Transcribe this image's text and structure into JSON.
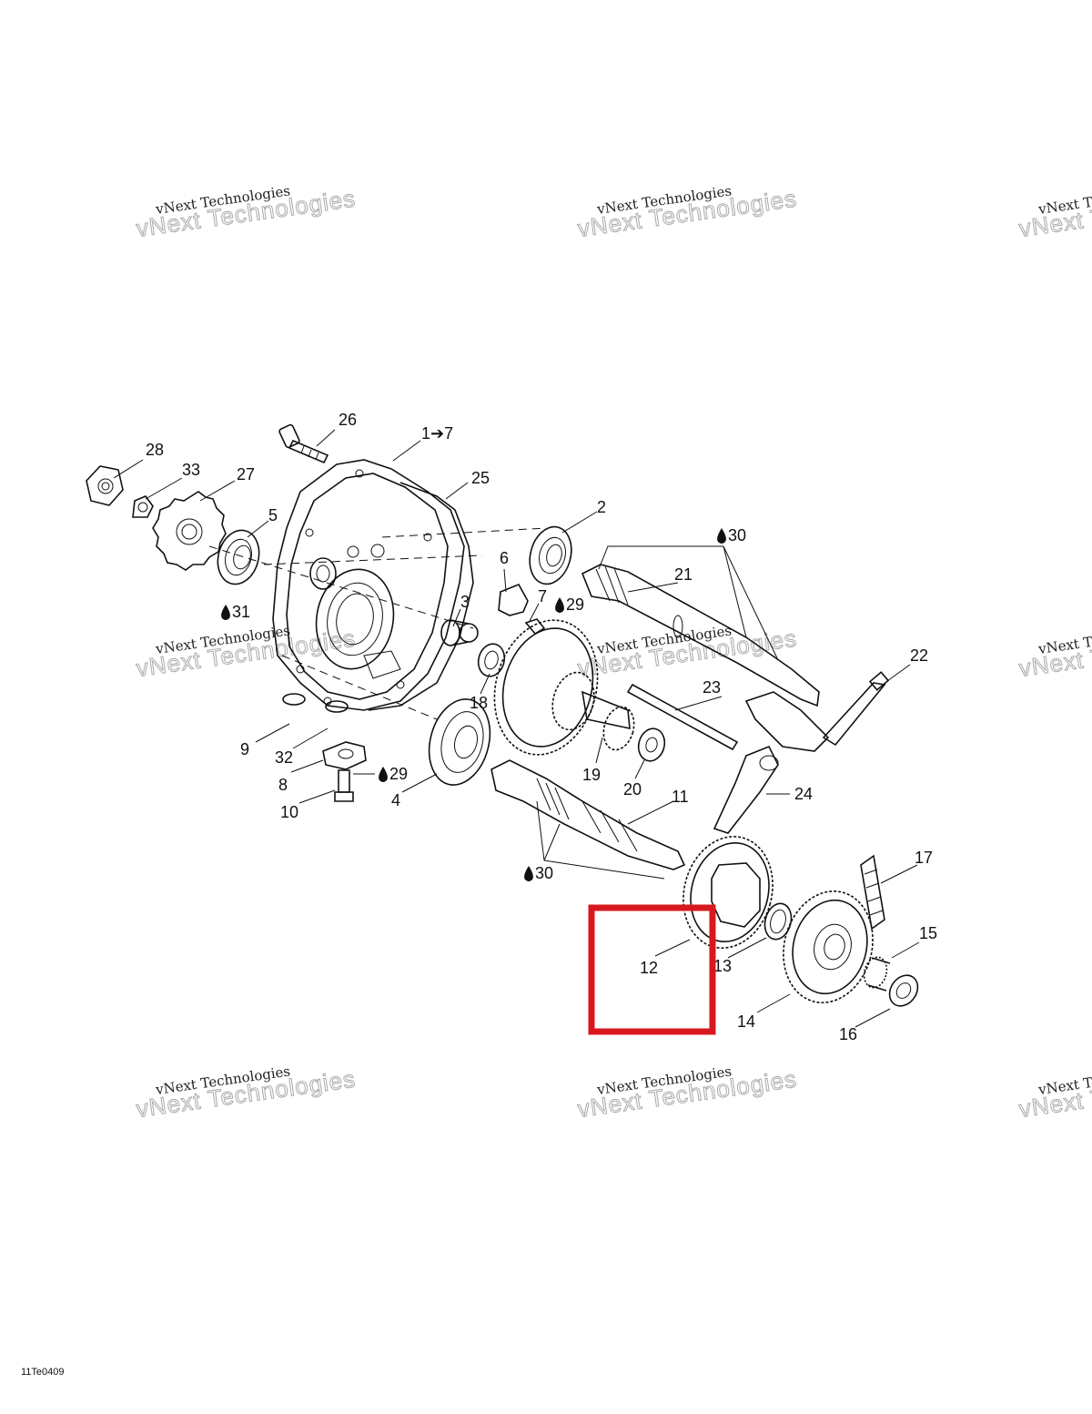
{
  "figure_code": "11Te0409",
  "watermark": {
    "line1": "vNext Technologies",
    "line2": "vNext Technologies"
  },
  "highlight_color": "#d7191f",
  "drop_icon": "oil-drop-icon",
  "labels": {
    "l1": "1➔7",
    "l2": "2",
    "l3": "3",
    "l4": "4",
    "l5": "5",
    "l6": "6",
    "l7": "7",
    "l8": "8",
    "l9": "9",
    "l10": "10",
    "l11": "11",
    "l12": "12",
    "l13": "13",
    "l14": "14",
    "l15": "15",
    "l16": "16",
    "l17": "17",
    "l18": "18",
    "l19": "19",
    "l20": "20",
    "l21": "21",
    "l22": "22",
    "l23": "23",
    "l24": "24",
    "l25": "25",
    "l26": "26",
    "l27": "27",
    "l28": "28",
    "l29a": "29",
    "l29b": "29",
    "l30a": "30",
    "l30b": "30",
    "l31": "31",
    "l32": "32",
    "l33": "33"
  }
}
